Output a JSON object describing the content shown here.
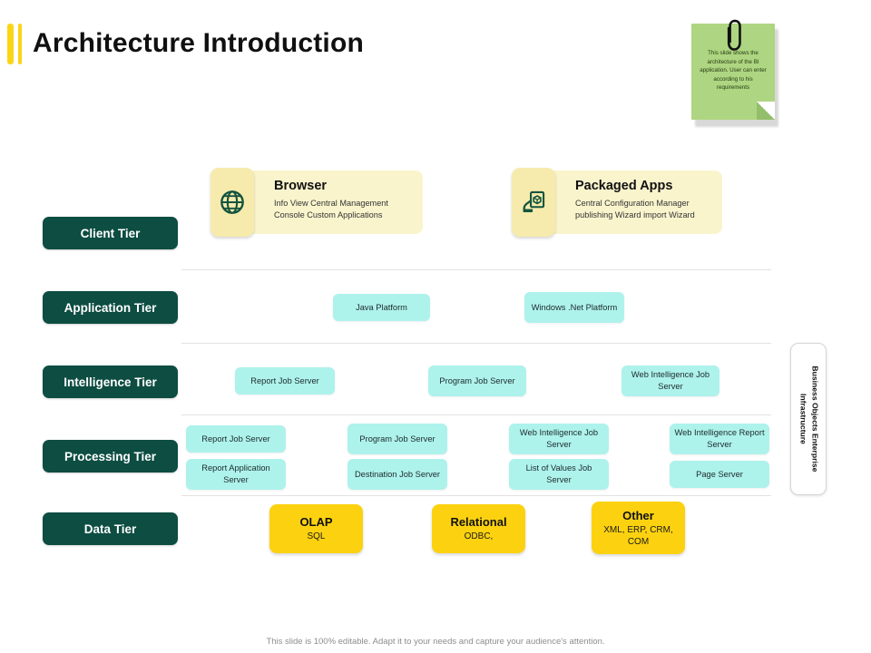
{
  "header": {
    "title": "Architecture Introduction"
  },
  "note": {
    "icon": "paperclip-icon",
    "text": "This slide shows the architecture of the BI application. User can enter according to his requirements",
    "color": "#aed581"
  },
  "tiers": [
    {
      "label": "Client Tier"
    },
    {
      "label": "Application Tier"
    },
    {
      "label": "Intelligence Tier"
    },
    {
      "label": "Processing Tier"
    },
    {
      "label": "Data Tier"
    }
  ],
  "client_cards": [
    {
      "icon": "globe-icon",
      "title": "Browser",
      "desc": "Info View Central Management Console Custom Applications"
    },
    {
      "icon": "packaged-app-icon",
      "title": "Packaged Apps",
      "desc": "Central Configuration Manager publishing Wizard import Wizard"
    }
  ],
  "application_tier": [
    {
      "label": "Java Platform"
    },
    {
      "label": "Windows .Net Platform"
    }
  ],
  "intelligence_tier": [
    {
      "label": "Report Job Server"
    },
    {
      "label": "Program Job Server"
    },
    {
      "label": "Web Intelligence Job Server"
    }
  ],
  "processing_tier": [
    {
      "label": "Report Job Server"
    },
    {
      "label": "Program Job Server"
    },
    {
      "label": "Web Intelligence Job Server"
    },
    {
      "label": "Web Intelligence Report Server"
    },
    {
      "label": "Report Application Server"
    },
    {
      "label": "Destination Job Server"
    },
    {
      "label": "List of Values Job Server"
    },
    {
      "label": "Page Server"
    }
  ],
  "data_tier": [
    {
      "title": "OLAP",
      "sub": "SQL"
    },
    {
      "title": "Relational",
      "sub": "ODBC,"
    },
    {
      "title": "Other",
      "sub": "XML, ERP, CRM, COM"
    }
  ],
  "infrastructure": {
    "line1": "Business Objects Enterprise",
    "line2": "Infrastructure"
  },
  "footer": {
    "text": "This slide is 100% editable. Adapt it to your needs and capture your audience's attention."
  },
  "colors": {
    "tier": "#0D4D42",
    "node": "#AEF2EC",
    "data": "#FCD210",
    "card": "#FAF4CD",
    "card_icon": "#F6EBAC",
    "accent": "#FCD417",
    "icon_green": "#14543F"
  }
}
